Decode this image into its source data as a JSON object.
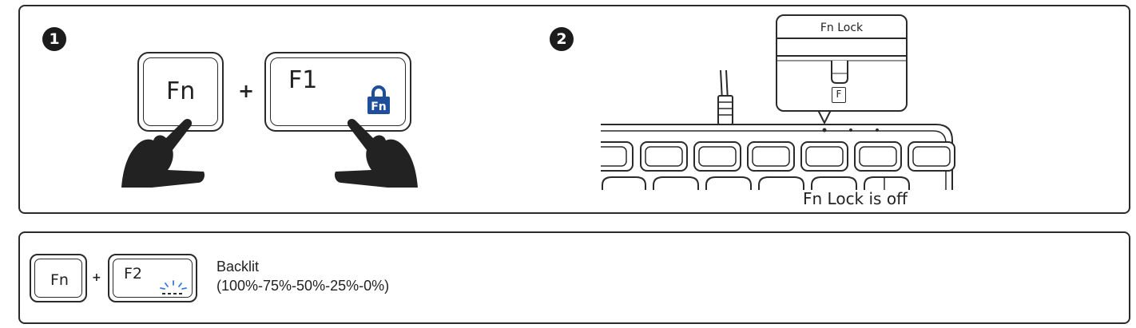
{
  "step1": {
    "badge": "1",
    "key_left": "Fn",
    "plus": "+",
    "key_right": "F1",
    "lock_icon_label": "Fn"
  },
  "step2": {
    "badge": "2",
    "callout_title": "Fn Lock",
    "indicator_key": "F",
    "caption": "Fn Lock is off"
  },
  "backlit": {
    "key_left": "Fn",
    "plus": "+",
    "key_right": "F2",
    "label": "Backlit",
    "levels": "(100%-75%-50%-25%-0%)"
  },
  "colors": {
    "lock_icon": "#1f4e9a",
    "backlit_icon": "#3a7bd5",
    "outline": "#2a2a2a"
  }
}
